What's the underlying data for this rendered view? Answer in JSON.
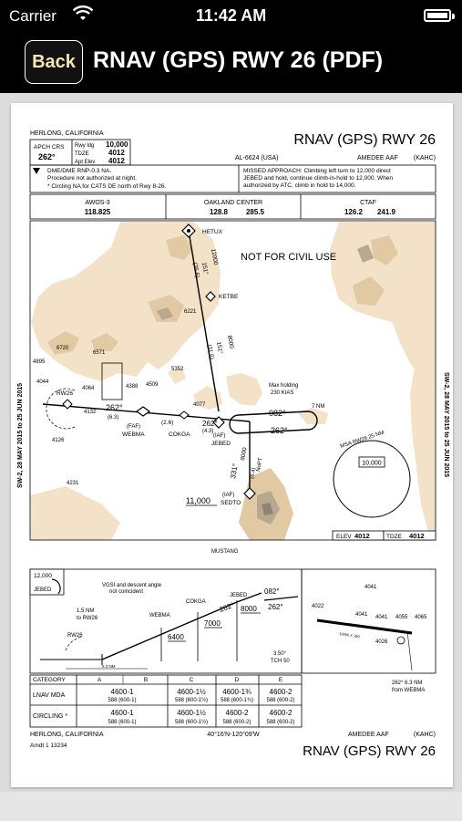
{
  "status_bar": {
    "carrier": "Carrier",
    "time": "11:42 AM"
  },
  "nav": {
    "back_label": "Back",
    "title": "RNAV (GPS) RWY 26 (PDF)"
  },
  "plate": {
    "location_top": "HERLONG, CALIFORNIA",
    "title_top": "RNAV (GPS) RWY 26",
    "apch_crs_label": "APCH CRS",
    "apch_crs": "262°",
    "rwy_ldg_label": "Rwy ldg",
    "rwy_ldg": "10,000",
    "tdze_label": "TDZE",
    "tdze": "4012",
    "apt_elev_label": "Apt Elev",
    "apt_elev": "4012",
    "chart_id": "AL-6624 (USA)",
    "airport_top": "AMEDEE AAF",
    "airport_code_top": "(KAHC)",
    "notes": [
      "DME/DME RNP-0.3 NA.",
      "Procedure not authorized at night.",
      "* Circling NA for CATS DE north of Rwy 8-26."
    ],
    "missed_approach": [
      "MISSED APPROACH: Climbing left turn to 12,000 direct",
      "JEBED and hold, continue climb-in-hold to 12,000. When",
      "authorized by ATC, climb in hold to 14,000."
    ],
    "comms": [
      {
        "name": "AWOS-3",
        "freq1": "118.825",
        "freq2": ""
      },
      {
        "name": "OAKLAND CENTER",
        "freq1": "128.8",
        "freq2": "285.5"
      },
      {
        "name": "CTAF",
        "freq1": "126.2",
        "freq2": "241.9"
      }
    ],
    "not_civil": "NOT FOR CIVIL USE",
    "fixes": {
      "hetux": "HETUX",
      "ketbe": "KETBE",
      "rw26": "RW26",
      "webma": "WEBMA",
      "cokga": "COKGA",
      "jebed": "JEBED",
      "sedto": "SEDTO",
      "mustang": "MUSTANG"
    },
    "fix_roles": {
      "faf": "(FAF)",
      "iaf1": "(IAF)",
      "iaf2": "(IAF)"
    },
    "altitudes": [
      "6720",
      "6571",
      "4895",
      "4044",
      "4064",
      "4132",
      "4126",
      "5352",
      "4388",
      "4509",
      "6221",
      "4077",
      "4231"
    ],
    "legs": {
      "hetux_crs": "151°",
      "hetux_dist": "(25.6)",
      "alt_12000": "12000",
      "ketbe_alt": "8000",
      "ketbe_crs": "151°",
      "ketbe_dist": "(11.6)",
      "ias_dist": "(6.3)",
      "crs_262a": "262°",
      "d_26": "(2.6)",
      "d_43": "(4.3)",
      "crs_262b": "262°",
      "crs_082": "082°",
      "crs_262c": "262°",
      "sedto_alt": "8000",
      "sedto_crs": "331°",
      "sedto_dist": "(6.4)",
      "nopt": "NoPT",
      "alt_6400": "6400",
      "alt_7000": "7000"
    },
    "holding": {
      "text1": "Max holding",
      "text2": "230 KIAS",
      "leg": "7 NM"
    },
    "sedto_mea": "11,000",
    "msa": {
      "label": "MSA RW26 25 NM",
      "alt": "10,000"
    },
    "side_label": "SW-2, 28 MAY 2015 to 25 JUN 2015",
    "elev_label": "ELEV",
    "elev": "4012",
    "tdze_label2": "TDZE",
    "tdze2": "4012",
    "profile": {
      "hold_alt": "12,000",
      "hold_fix": "JEBED",
      "vgsi_note1": "VGSI and descent angle",
      "vgsi_note2": "not coincident",
      "nm_note1": "1.5 NM",
      "nm_note2": "to RW26",
      "rw26": "RW26",
      "webma": "WEBMA",
      "cokga": "COKGA",
      "jebed": "JEBED",
      "crs_262": "262°",
      "crs_082": "082°",
      "crs_262b": "262°",
      "alt_8000": "8000",
      "alt_7000": "7000",
      "alt_6400": "6400",
      "gs": "3.50°",
      "tch": "TCH 50",
      "dist_bottom": "6.3 NM"
    },
    "airport_diagram": {
      "elev1": "4041",
      "elev2": "4022",
      "elev3": "4041",
      "elev4": "4041",
      "elev5": "4055",
      "elev6": "4065",
      "elev7": "4026",
      "rwy": "10000 X 150",
      "fix_note1": "262° 6.3 NM",
      "fix_note2": "from WEBMA"
    },
    "minima": {
      "header": [
        "CATEGORY",
        "A",
        "B",
        "C",
        "D",
        "E"
      ],
      "rows": [
        {
          "label": "LNAV MDA",
          "ab": "4600-1",
          "ab_sub": "588 (600-1)",
          "c": "4600-1½",
          "c_sub": "588 (600-1½)",
          "d": "4600-1¾",
          "d_sub": "588 (600-1¾)",
          "e": "4600-2",
          "e_sub": "588 (600-2)"
        },
        {
          "label": "CIRCLING *",
          "ab": "4600-1",
          "ab_sub": "588 (600-1)",
          "c": "4600-1½",
          "c_sub": "588 (600-1½)",
          "d": "4600-2",
          "d_sub": "588 (600-2)",
          "e": "4600-2",
          "e_sub": "588 (600-2)"
        }
      ]
    },
    "footer": {
      "location": "HERLONG, CALIFORNIA",
      "amdt": "Amdt 1  13234",
      "coords": "40°16'N-120°09'W",
      "airport": "AMEDEE AAF",
      "code": "(KAHC)",
      "title": "RNAV (GPS) RWY 26"
    }
  },
  "colors": {
    "terrain_light": "#f3e2c7",
    "terrain_mid": "#e0c9a3",
    "terrain_dark": "#b8a890",
    "terrain_darkest": "#8f8577",
    "bar": "#000000",
    "back_text": "#f4e6b0"
  }
}
